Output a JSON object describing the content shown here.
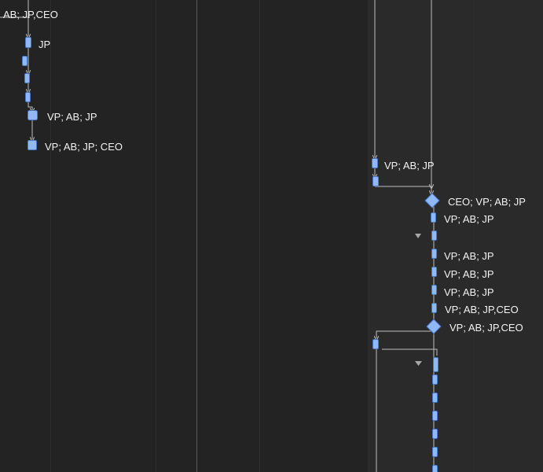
{
  "labels": {
    "top_label": "AB; JP,CEO",
    "jp": "JP",
    "l1": "VP; AB; JP",
    "l2": "VP; AB; JP; CEO",
    "l3": "VP; AB; JP",
    "decision1": "CEO; VP; AB; JP",
    "l4": "VP; AB; JP",
    "l5": "VP; AB; JP",
    "l6": "VP; AB; JP",
    "l7": "VP; AB; JP",
    "l8": "VP; AB; JP,CEO",
    "decision2": "VP; AB; JP,CEO"
  },
  "colors": {
    "background": "#232323",
    "lane": "#2a2a2a",
    "node_fill": "#8fb8f5",
    "node_stroke": "#4a78c8",
    "line": "#bdbdbd",
    "text": "#f2f2f2"
  }
}
